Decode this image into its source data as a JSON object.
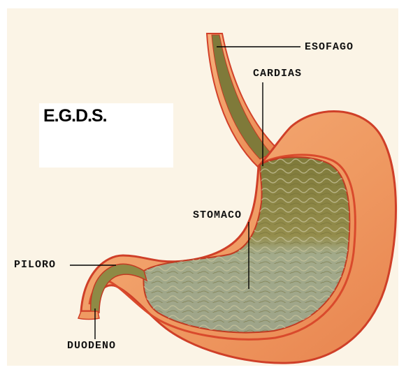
{
  "title": "E.G.D.S.",
  "labels": {
    "esofago": "ESOFAGO",
    "cardias": "CARDIAS",
    "stomaco": "STOMACO",
    "piloro": "PILORO",
    "duodeno": "DUODENO"
  },
  "colors": {
    "background": "#fbf4e6",
    "outer_wall": "#f2a06a",
    "wall_edge": "#d2412a",
    "mucosa_olive": "#8e8a45",
    "mucosa_gray": "#a7ae8e",
    "leader_line": "#000000"
  }
}
